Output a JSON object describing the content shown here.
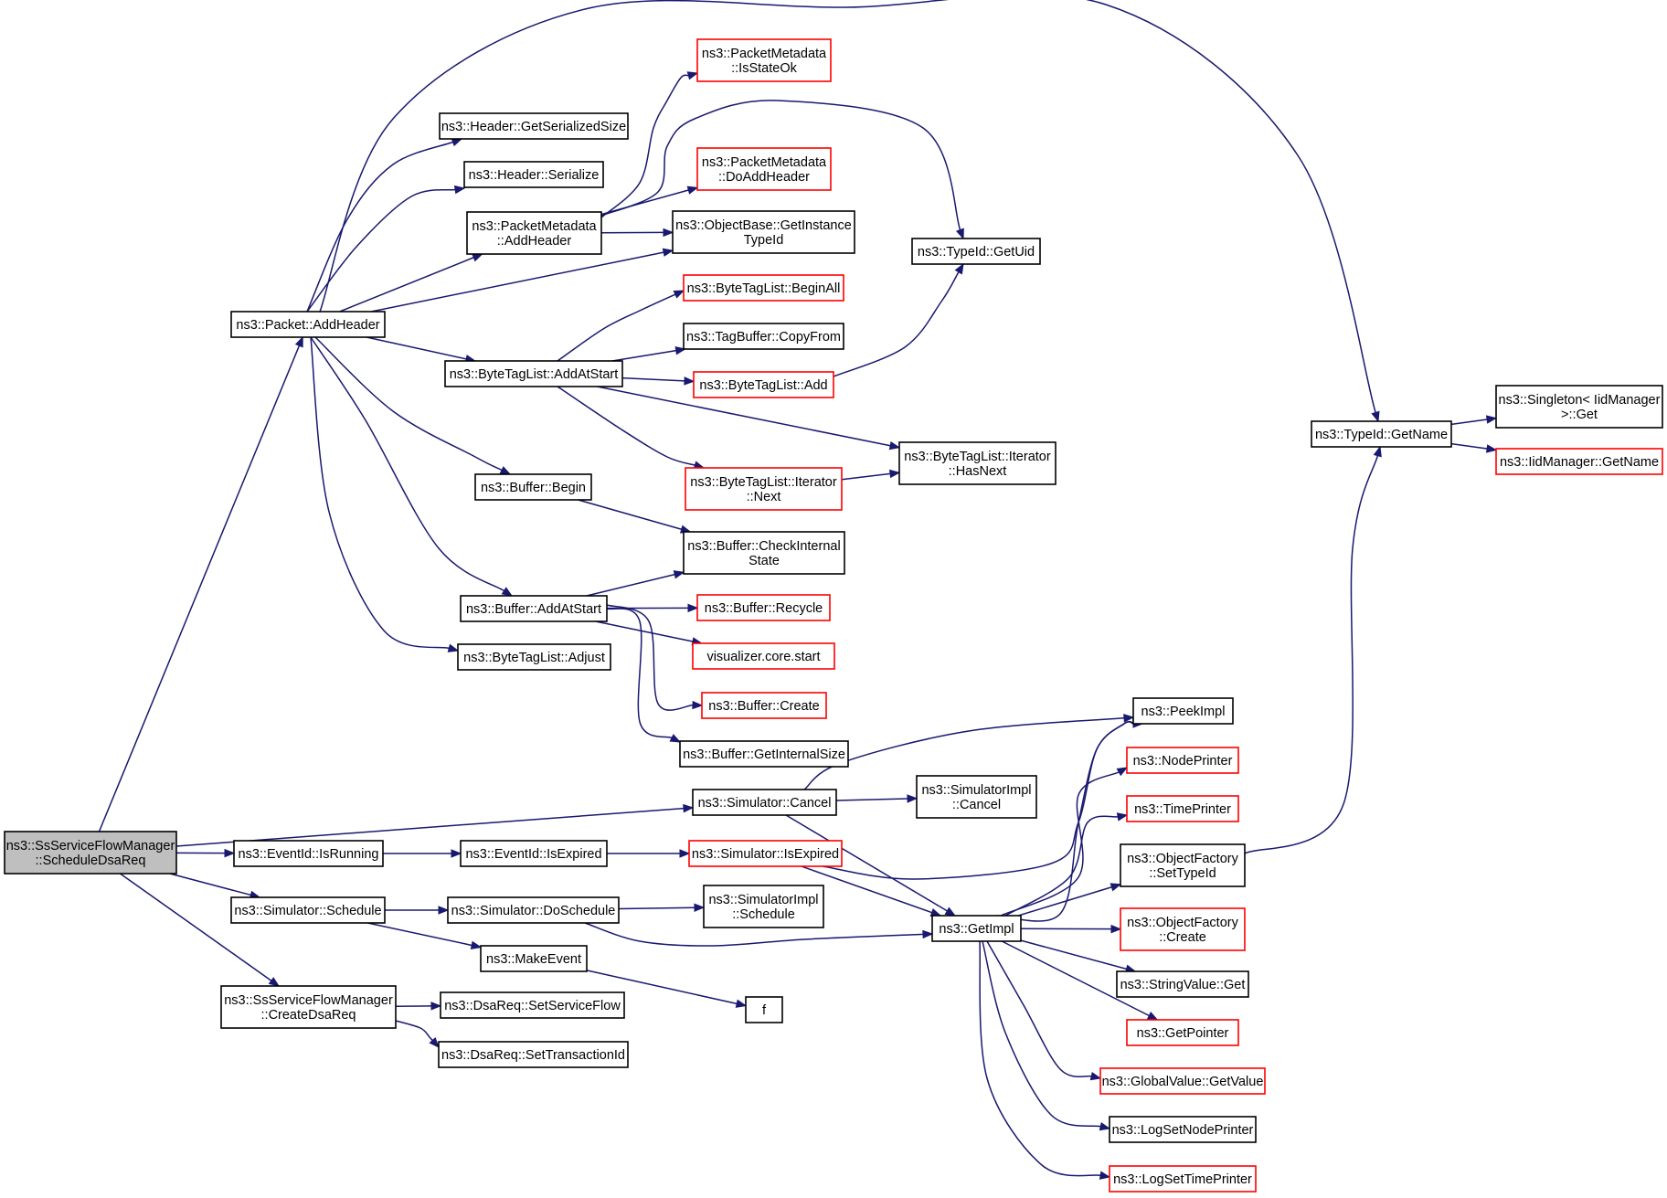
{
  "nodes": [
    {
      "id": "root",
      "lines": [
        "ns3::SsServiceFlowManager",
        "::ScheduleDsaReq"
      ],
      "style": "root"
    },
    {
      "id": "pkt_addheader",
      "lines": [
        "ns3::Packet::AddHeader"
      ],
      "style": "black"
    },
    {
      "id": "eid_isrunning",
      "lines": [
        "ns3::EventId::IsRunning"
      ],
      "style": "black"
    },
    {
      "id": "sim_schedule",
      "lines": [
        "ns3::Simulator::Schedule"
      ],
      "style": "black"
    },
    {
      "id": "ssf_createdsareq",
      "lines": [
        "ns3::SsServiceFlowManager",
        "::CreateDsaReq"
      ],
      "style": "black"
    },
    {
      "id": "sim_cancel",
      "lines": [
        "ns3::Simulator::Cancel"
      ],
      "style": "black"
    },
    {
      "id": "hdr_getsersize",
      "lines": [
        "ns3::Header::GetSerializedSize"
      ],
      "style": "black"
    },
    {
      "id": "hdr_serialize",
      "lines": [
        "ns3::Header::Serialize"
      ],
      "style": "black"
    },
    {
      "id": "pm_addheader",
      "lines": [
        "ns3::PacketMetadata",
        "::AddHeader"
      ],
      "style": "black"
    },
    {
      "id": "btl_addatstart",
      "lines": [
        "ns3::ByteTagList::AddAtStart"
      ],
      "style": "black"
    },
    {
      "id": "buf_begin",
      "lines": [
        "ns3::Buffer::Begin"
      ],
      "style": "black"
    },
    {
      "id": "buf_addatstart",
      "lines": [
        "ns3::Buffer::AddAtStart"
      ],
      "style": "black"
    },
    {
      "id": "btl_adjust",
      "lines": [
        "ns3::ByteTagList::Adjust"
      ],
      "style": "black"
    },
    {
      "id": "pm_isstateok",
      "lines": [
        "ns3::PacketMetadata",
        "::IsStateOk"
      ],
      "style": "red"
    },
    {
      "id": "pm_doaddheader",
      "lines": [
        "ns3::PacketMetadata",
        "::DoAddHeader"
      ],
      "style": "red"
    },
    {
      "id": "ob_getinstancetypeid",
      "lines": [
        "ns3::ObjectBase::GetInstance",
        "TypeId"
      ],
      "style": "black"
    },
    {
      "id": "btl_beginall",
      "lines": [
        "ns3::ByteTagList::BeginAll"
      ],
      "style": "red"
    },
    {
      "id": "tb_copyfrom",
      "lines": [
        "ns3::TagBuffer::CopyFrom"
      ],
      "style": "black"
    },
    {
      "id": "btl_add",
      "lines": [
        "ns3::ByteTagList::Add"
      ],
      "style": "red"
    },
    {
      "id": "btli_next",
      "lines": [
        "ns3::ByteTagList::Iterator",
        "::Next"
      ],
      "style": "red"
    },
    {
      "id": "buf_checkinternalstate",
      "lines": [
        "ns3::Buffer::CheckInternal",
        "State"
      ],
      "style": "black"
    },
    {
      "id": "buf_recycle",
      "lines": [
        "ns3::Buffer::Recycle"
      ],
      "style": "red"
    },
    {
      "id": "vis_core_start",
      "lines": [
        "visualizer.core.start"
      ],
      "style": "red"
    },
    {
      "id": "buf_create",
      "lines": [
        "ns3::Buffer::Create"
      ],
      "style": "red"
    },
    {
      "id": "buf_getinternalsize",
      "lines": [
        "ns3::Buffer::GetInternalSize"
      ],
      "style": "black"
    },
    {
      "id": "tid_getuid",
      "lines": [
        "ns3::TypeId::GetUid"
      ],
      "style": "black"
    },
    {
      "id": "btli_hasnext",
      "lines": [
        "ns3::ByteTagList::Iterator",
        "::HasNext"
      ],
      "style": "black"
    },
    {
      "id": "tid_getname",
      "lines": [
        "ns3::TypeId::GetName"
      ],
      "style": "black"
    },
    {
      "id": "singleton_get",
      "lines": [
        "ns3::Singleton< IidManager",
        ">::Get"
      ],
      "style": "black"
    },
    {
      "id": "iid_getname",
      "lines": [
        "ns3::IidManager::GetName"
      ],
      "style": "red"
    },
    {
      "id": "eid_isexpired",
      "lines": [
        "ns3::EventId::IsExpired"
      ],
      "style": "black"
    },
    {
      "id": "sim_isexpired",
      "lines": [
        "ns3::Simulator::IsExpired"
      ],
      "style": "red"
    },
    {
      "id": "sim_doschedule",
      "lines": [
        "ns3::Simulator::DoSchedule"
      ],
      "style": "black"
    },
    {
      "id": "make_event",
      "lines": [
        "ns3::MakeEvent"
      ],
      "style": "black"
    },
    {
      "id": "f",
      "lines": [
        "f"
      ],
      "style": "black"
    },
    {
      "id": "dsareq_setsf",
      "lines": [
        "ns3::DsaReq::SetServiceFlow"
      ],
      "style": "black"
    },
    {
      "id": "dsareq_settid",
      "lines": [
        "ns3::DsaReq::SetTransactionId"
      ],
      "style": "black"
    },
    {
      "id": "simimpl_cancel",
      "lines": [
        "ns3::SimulatorImpl",
        "::Cancel"
      ],
      "style": "black"
    },
    {
      "id": "simimpl_schedule",
      "lines": [
        "ns3::SimulatorImpl",
        "::Schedule"
      ],
      "style": "black"
    },
    {
      "id": "getimpl",
      "lines": [
        "ns3::GetImpl"
      ],
      "style": "black"
    },
    {
      "id": "peekimpl",
      "lines": [
        "ns3::PeekImpl"
      ],
      "style": "black"
    },
    {
      "id": "nodeprinter",
      "lines": [
        "ns3::NodePrinter"
      ],
      "style": "red"
    },
    {
      "id": "timeprinter",
      "lines": [
        "ns3::TimePrinter"
      ],
      "style": "red"
    },
    {
      "id": "of_settypeid",
      "lines": [
        "ns3::ObjectFactory",
        "::SetTypeId"
      ],
      "style": "black"
    },
    {
      "id": "of_create",
      "lines": [
        "ns3::ObjectFactory",
        "::Create"
      ],
      "style": "red"
    },
    {
      "id": "sv_get",
      "lines": [
        "ns3::StringValue::Get"
      ],
      "style": "black"
    },
    {
      "id": "getpointer",
      "lines": [
        "ns3::GetPointer"
      ],
      "style": "red"
    },
    {
      "id": "gv_getvalue",
      "lines": [
        "ns3::GlobalValue::GetValue"
      ],
      "style": "red"
    },
    {
      "id": "logsetnodeprinter",
      "lines": [
        "ns3::LogSetNodePrinter"
      ],
      "style": "black"
    },
    {
      "id": "logsettimeprinter",
      "lines": [
        "ns3::LogSetTimePrinter"
      ],
      "style": "red"
    }
  ],
  "edges": [
    [
      "root",
      "pkt_addheader"
    ],
    [
      "root",
      "eid_isrunning"
    ],
    [
      "root",
      "sim_schedule"
    ],
    [
      "root",
      "ssf_createdsareq"
    ],
    [
      "root",
      "sim_cancel"
    ],
    [
      "pkt_addheader",
      "hdr_getsersize"
    ],
    [
      "pkt_addheader",
      "hdr_serialize"
    ],
    [
      "pkt_addheader",
      "pm_addheader"
    ],
    [
      "pkt_addheader",
      "ob_getinstancetypeid"
    ],
    [
      "pkt_addheader",
      "btl_addatstart"
    ],
    [
      "pkt_addheader",
      "buf_begin"
    ],
    [
      "pkt_addheader",
      "buf_addatstart"
    ],
    [
      "pkt_addheader",
      "btl_adjust"
    ],
    [
      "pkt_addheader",
      "tid_getname"
    ],
    [
      "pm_addheader",
      "pm_isstateok"
    ],
    [
      "pm_addheader",
      "pm_doaddheader"
    ],
    [
      "pm_addheader",
      "ob_getinstancetypeid"
    ],
    [
      "pm_addheader",
      "tid_getuid"
    ],
    [
      "btl_addatstart",
      "btl_beginall"
    ],
    [
      "btl_addatstart",
      "tb_copyfrom"
    ],
    [
      "btl_addatstart",
      "btl_add"
    ],
    [
      "btl_addatstart",
      "btli_next"
    ],
    [
      "btl_addatstart",
      "btli_hasnext"
    ],
    [
      "btl_add",
      "tid_getuid"
    ],
    [
      "btli_next",
      "btli_hasnext"
    ],
    [
      "buf_begin",
      "buf_checkinternalstate"
    ],
    [
      "buf_addatstart",
      "buf_checkinternalstate"
    ],
    [
      "buf_addatstart",
      "buf_recycle"
    ],
    [
      "buf_addatstart",
      "vis_core_start"
    ],
    [
      "buf_addatstart",
      "buf_create"
    ],
    [
      "buf_addatstart",
      "buf_getinternalsize"
    ],
    [
      "tid_getname",
      "singleton_get"
    ],
    [
      "tid_getname",
      "iid_getname"
    ],
    [
      "eid_isrunning",
      "eid_isexpired"
    ],
    [
      "eid_isexpired",
      "sim_isexpired"
    ],
    [
      "sim_isexpired",
      "getimpl"
    ],
    [
      "sim_isexpired",
      "peekimpl"
    ],
    [
      "sim_cancel",
      "peekimpl"
    ],
    [
      "sim_cancel",
      "simimpl_cancel"
    ],
    [
      "sim_cancel",
      "getimpl"
    ],
    [
      "sim_schedule",
      "sim_doschedule"
    ],
    [
      "sim_schedule",
      "make_event"
    ],
    [
      "sim_doschedule",
      "simimpl_schedule"
    ],
    [
      "sim_doschedule",
      "getimpl"
    ],
    [
      "make_event",
      "f"
    ],
    [
      "ssf_createdsareq",
      "dsareq_setsf"
    ],
    [
      "ssf_createdsareq",
      "dsareq_settid"
    ],
    [
      "getimpl",
      "peekimpl"
    ],
    [
      "getimpl",
      "nodeprinter"
    ],
    [
      "getimpl",
      "timeprinter"
    ],
    [
      "getimpl",
      "of_settypeid"
    ],
    [
      "getimpl",
      "of_create"
    ],
    [
      "getimpl",
      "sv_get"
    ],
    [
      "getimpl",
      "getpointer"
    ],
    [
      "getimpl",
      "gv_getvalue"
    ],
    [
      "getimpl",
      "logsetnodeprinter"
    ],
    [
      "getimpl",
      "logsettimeprinter"
    ],
    [
      "of_settypeid",
      "tid_getname"
    ]
  ]
}
